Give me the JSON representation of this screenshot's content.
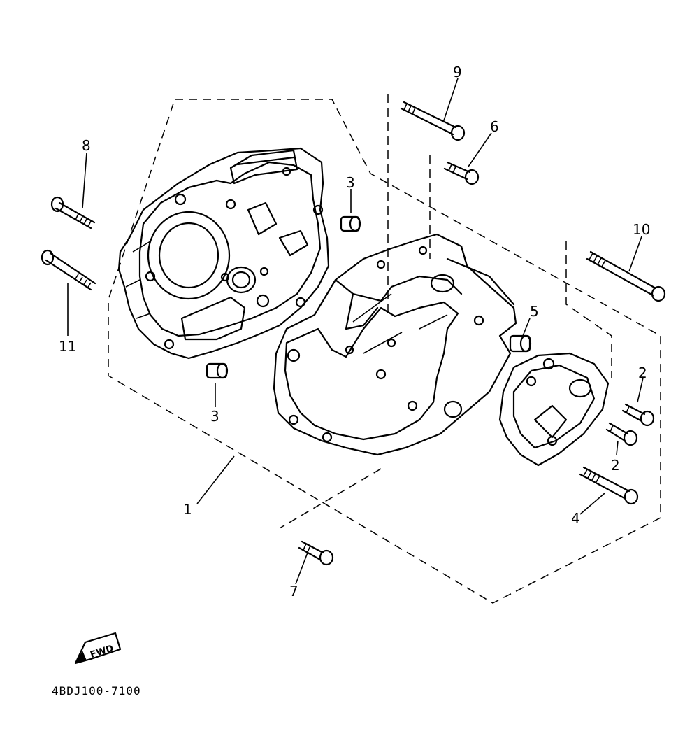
{
  "callouts": {
    "c1": "1",
    "c2a": "2",
    "c2b": "2",
    "c3a": "3",
    "c3b": "3",
    "c4": "4",
    "c5": "5",
    "c6": "6",
    "c7": "7",
    "c8": "8",
    "c9": "9",
    "c10": "10",
    "c11": "11"
  },
  "fwd_label": "FWD",
  "diagram_code": "4BDJ100-7100"
}
